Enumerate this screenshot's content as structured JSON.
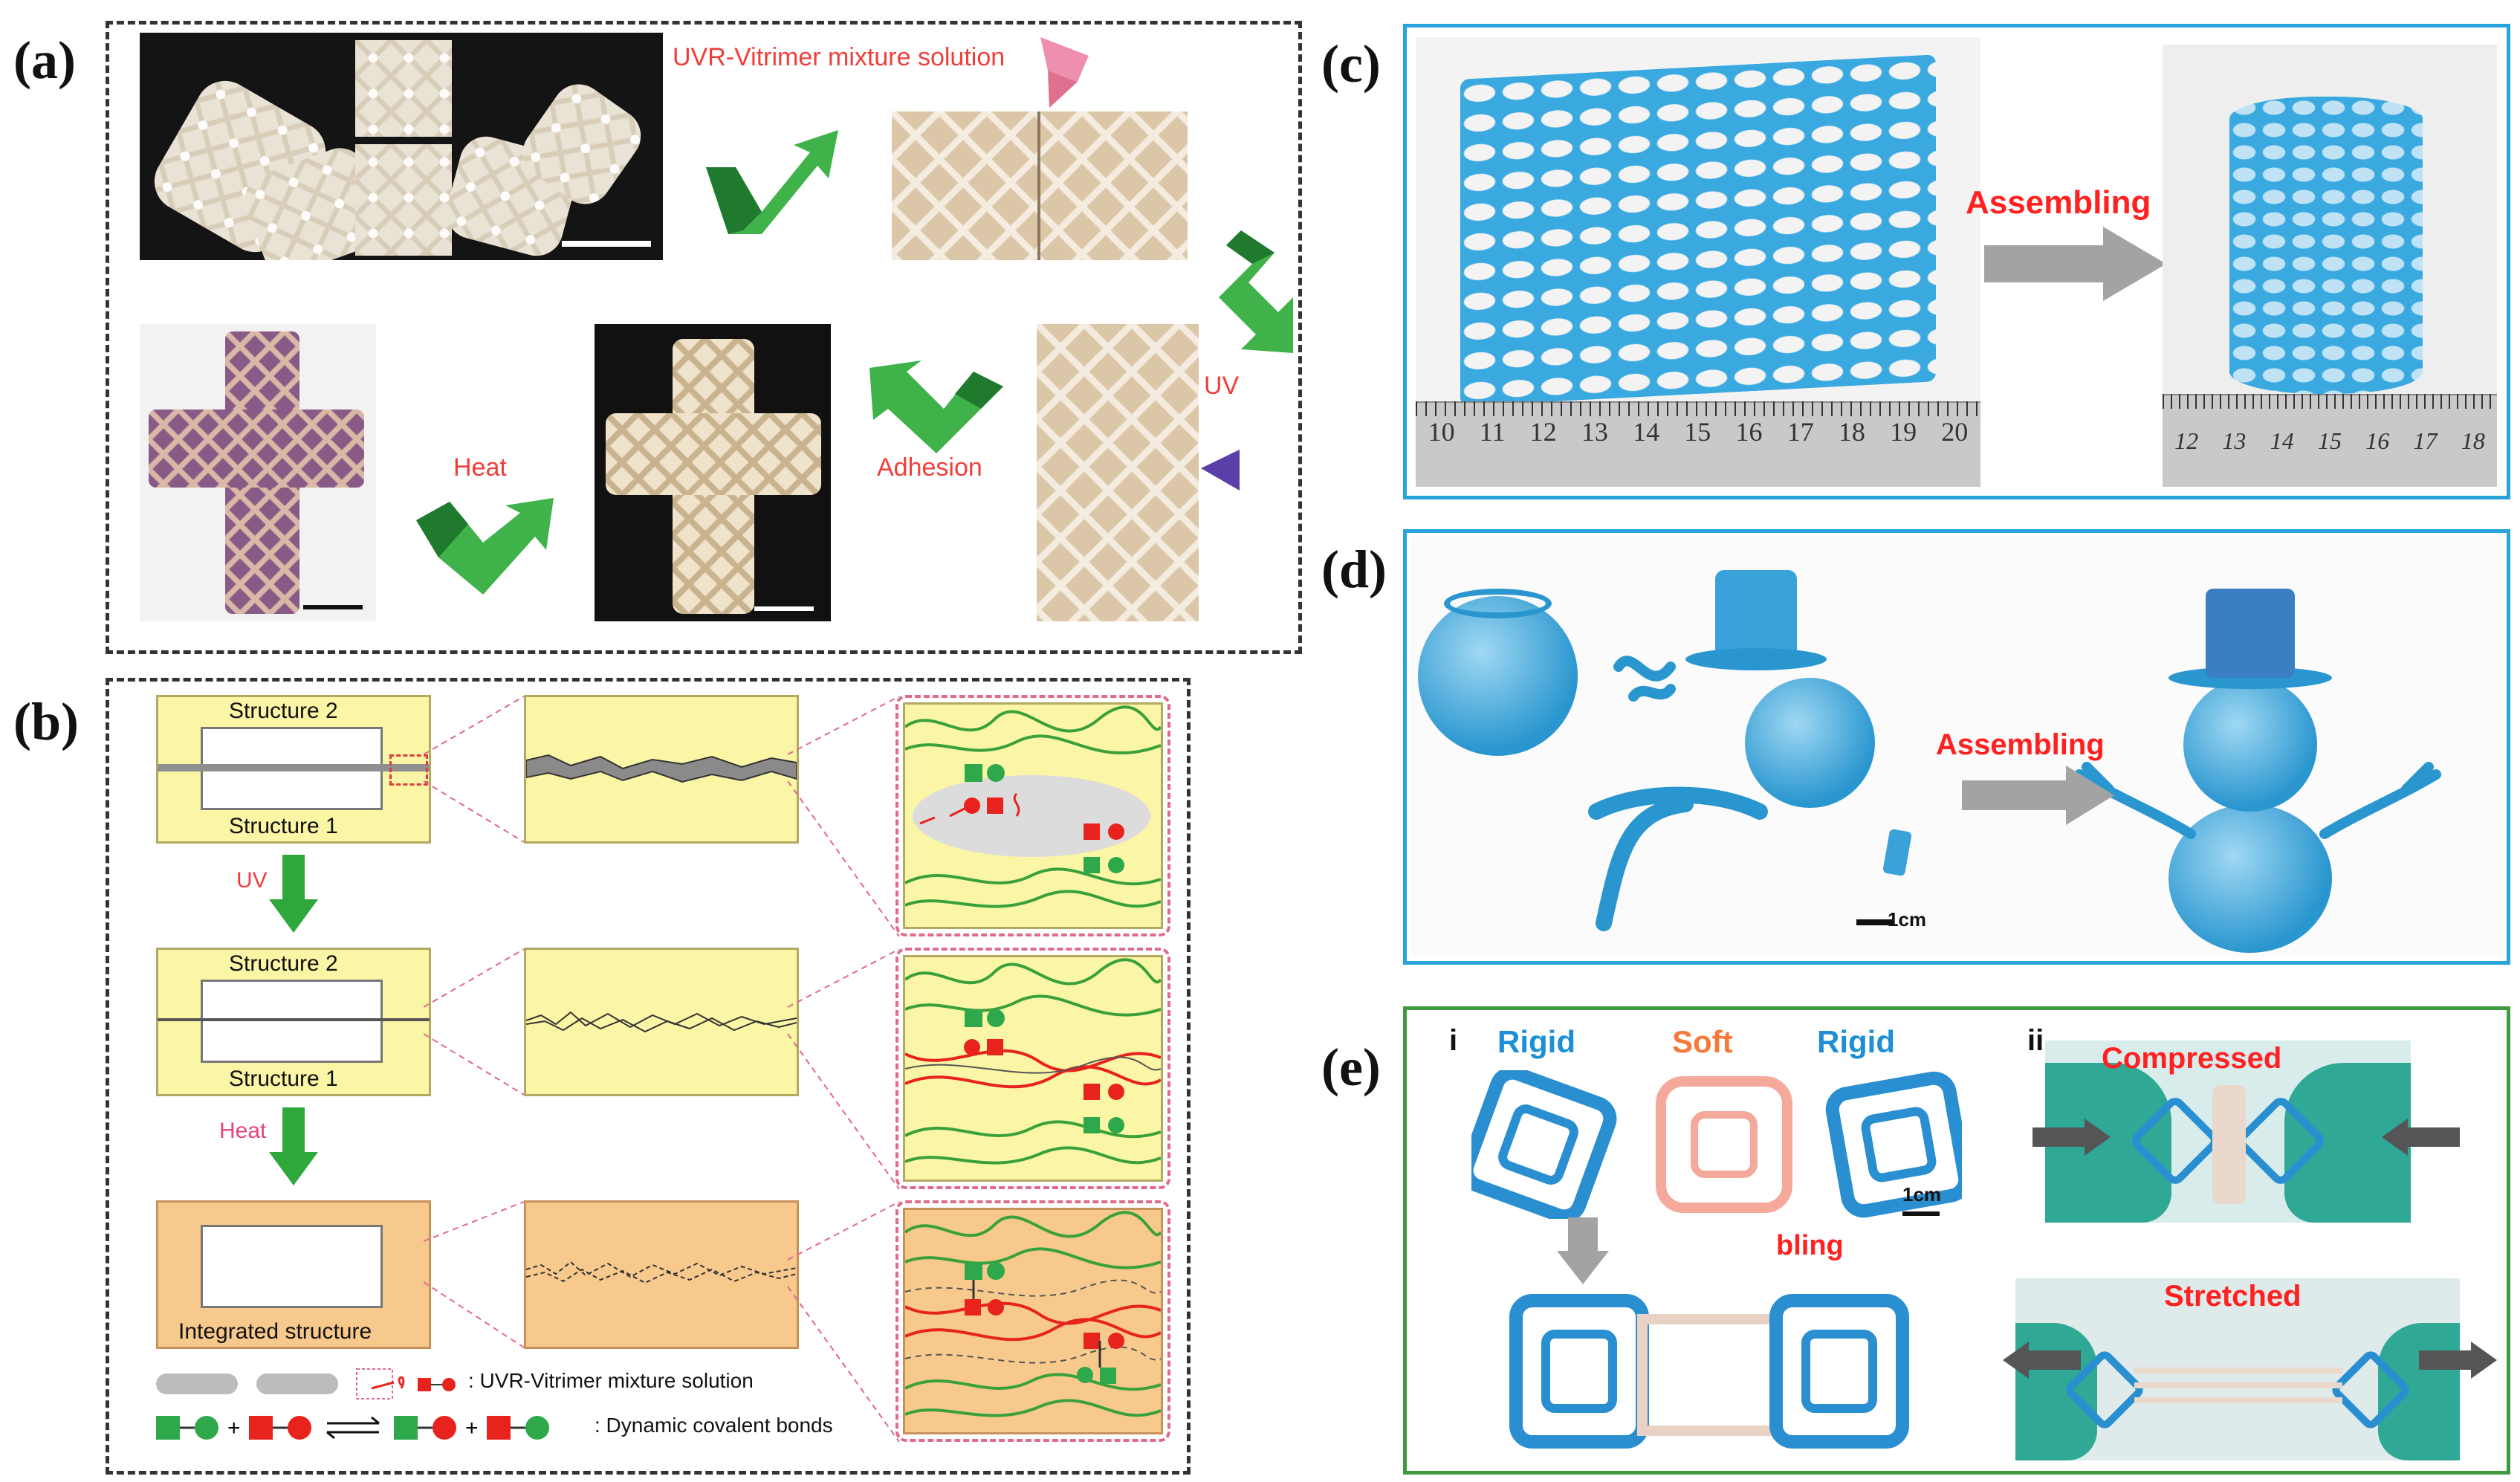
{
  "panels": {
    "a": {
      "letter": "(a)",
      "labels": {
        "solution": "UVR-Vitrimer mixture solution",
        "uv": "UV",
        "adhesion": "Adhesion",
        "heat": "Heat"
      }
    },
    "b": {
      "letter": "(b)",
      "structure2": "Structure 2",
      "structure1": "Structure 1",
      "uv": "UV",
      "heat": "Heat",
      "integrated": "Integrated structure",
      "legend_solution": ": UVR-Vitrimer mixture solution",
      "legend_bonds": ": Dynamic  covalent bonds"
    },
    "c": {
      "letter": "(c)",
      "assembling": "Assembling",
      "ruler_left": [
        "10",
        "11",
        "12",
        "13",
        "14",
        "15",
        "16",
        "17",
        "18",
        "19",
        "20"
      ],
      "ruler_right": [
        "12",
        "13",
        "14",
        "15",
        "16",
        "17",
        "18"
      ]
    },
    "d": {
      "letter": "(d)",
      "assembling": "Assembling",
      "scale": "1cm"
    },
    "e": {
      "letter": "(e)",
      "sub_i": "i",
      "sub_ii": "ii",
      "rigid_left": "Rigid",
      "soft": "Soft",
      "rigid_right": "Rigid",
      "scale": "1cm",
      "bling": "bling",
      "compressed": "Compressed",
      "stretched": "Stretched"
    }
  },
  "colors": {
    "green_arrow": "#3fb24a",
    "red_text": "#ef3f3a",
    "blue_frame": "#29a3dc",
    "green_frame": "#3f9a3f",
    "blue_part": "#2f9fd8"
  }
}
